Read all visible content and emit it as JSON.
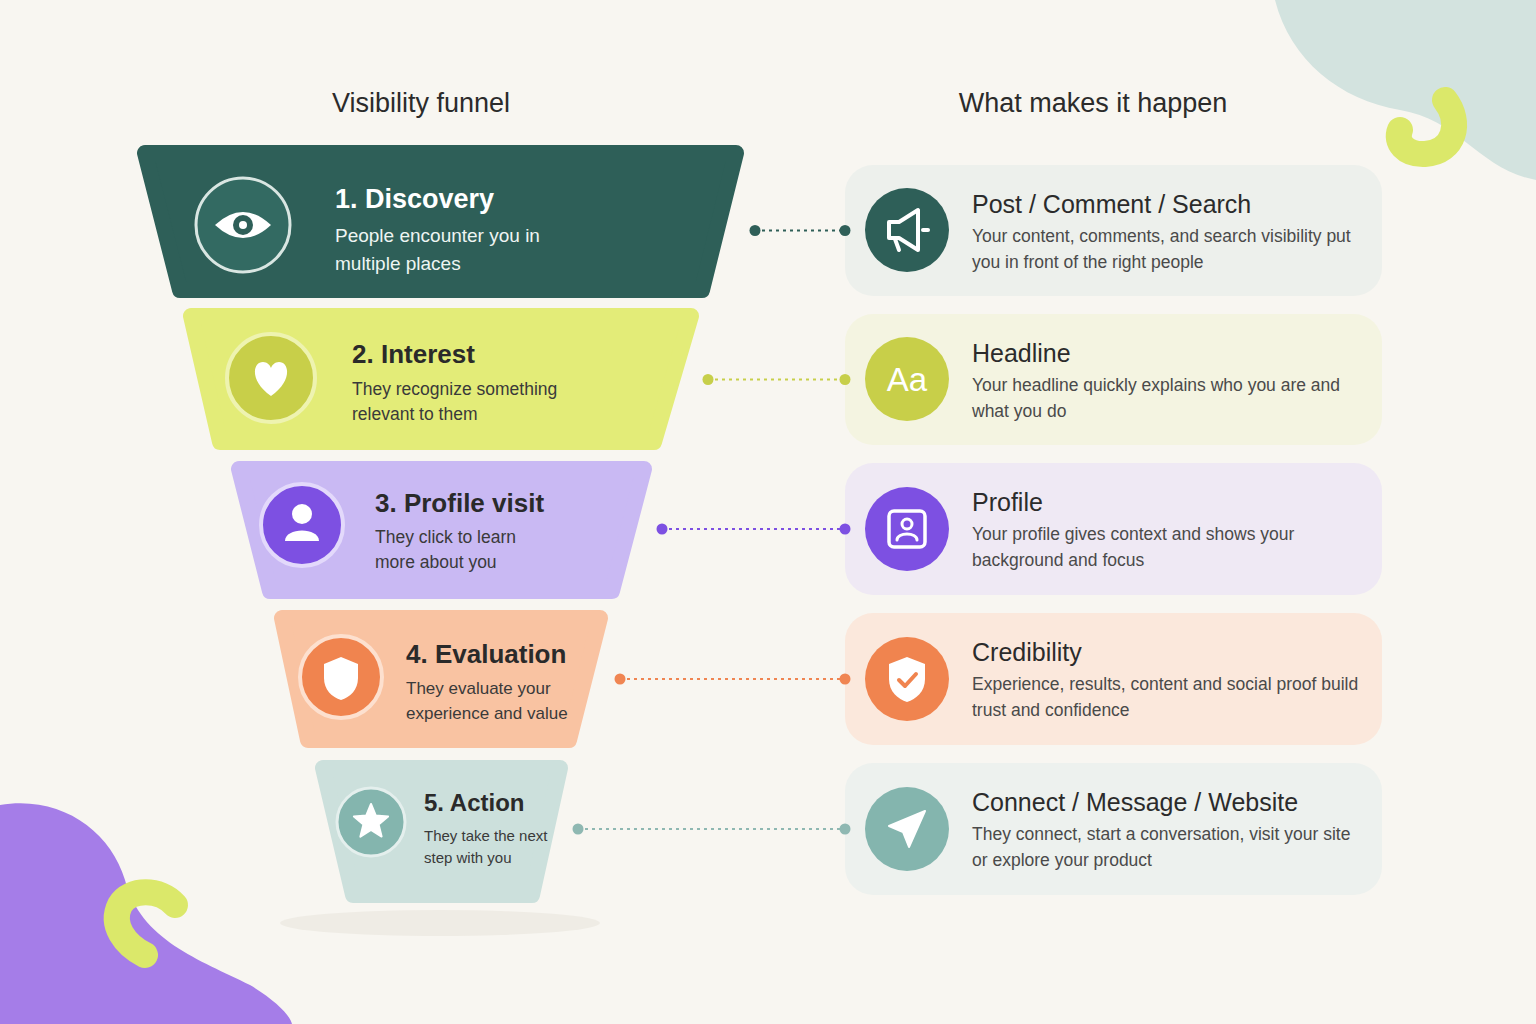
{
  "diagram": {
    "nodes": [
      {
        "text": [
          "1. Discovery",
          "People encounter you in multiple places"
        ]
      },
      {
        "text": [
          "Post / Comment / Search",
          "Your content, comments, and search visibility put you in front of the right people"
        ]
      },
      {
        "text": [
          "2. Interest",
          "They recognize something relevant to them"
        ]
      },
      {
        "text": [
          "Headline",
          "Your headline quickly explains who you are and what you do"
        ]
      },
      {
        "text": [
          "3. Profile visit",
          "They click to learn more about you"
        ]
      },
      {
        "text": [
          "Profile",
          "Your profile gives context and shows your background and focus"
        ]
      },
      {
        "text": [
          "4. Evaluation",
          "They evaluate your experience and value"
        ]
      },
      {
        "text": [
          "Credibility",
          "Experience, results, content and social proof build trust and confidence"
        ]
      },
      {
        "text": [
          "5. Action",
          "They take the next step with you"
        ]
      },
      {
        "text": [
          "Connect / Message / Website",
          "They connect, start a conversation, visit your site or explore your product"
        ]
      }
    ],
    "edges": [
      {
        "from": 0,
        "to": 1,
        "arrow": "none"
      },
      {
        "from": 2,
        "to": 3,
        "arrow": "none"
      },
      {
        "from": 4,
        "to": 5,
        "arrow": "none"
      },
      {
        "from": 6,
        "to": 7,
        "arrow": "none"
      },
      {
        "from": 8,
        "to": 9,
        "arrow": "none"
      }
    ],
    "labels": [
      "Visibility funnel",
      "What makes it happen",
      "Aa"
    ]
  }
}
